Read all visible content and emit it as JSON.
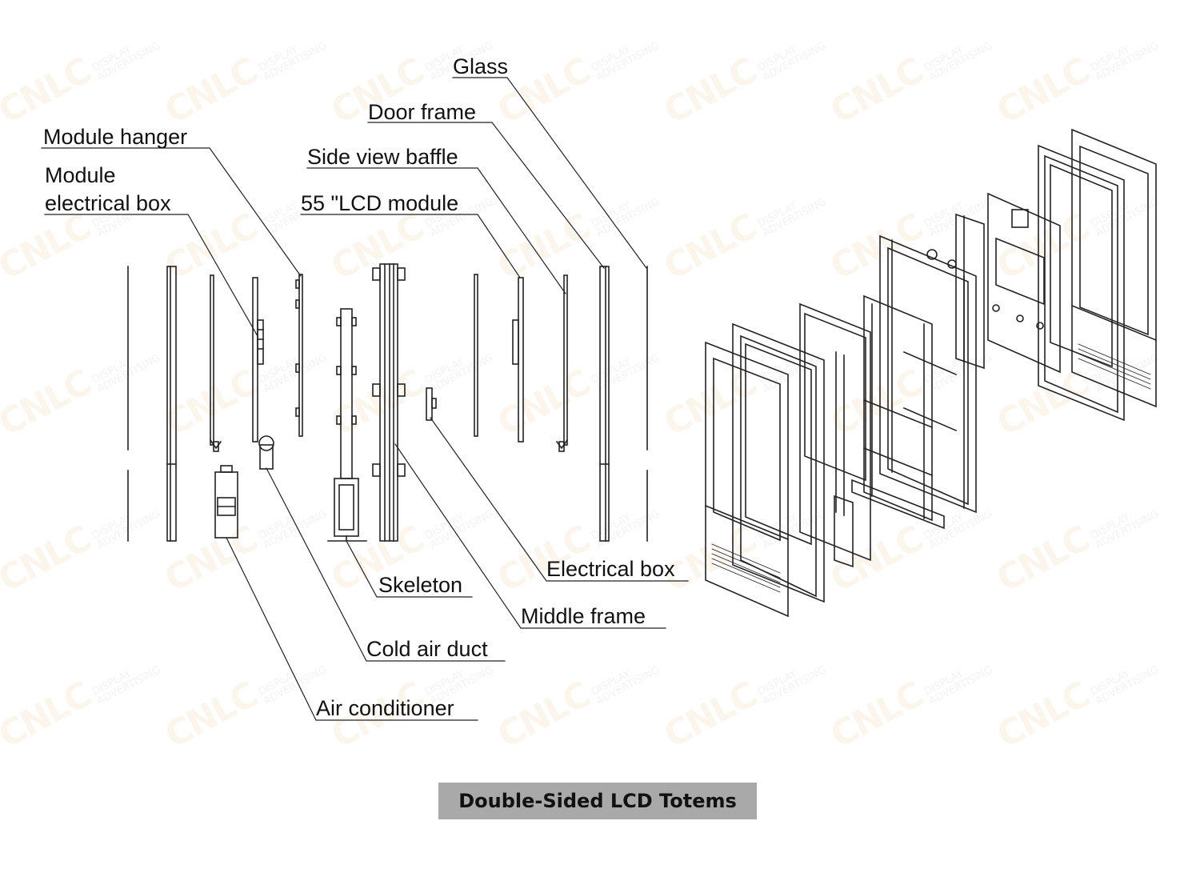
{
  "labels": {
    "glass": "Glass",
    "door_frame": "Door frame",
    "module_hanger": "Module hanger",
    "side_view_baffle": "Side view baffle",
    "module_electrical_box_line1": "Module",
    "module_electrical_box_line2": "electrical box",
    "lcd_module": "55 \"LCD module",
    "electrical_box": "Electrical box",
    "skeleton": "Skeleton",
    "middle_frame": "Middle frame",
    "cold_air_duct": "Cold air duct",
    "air_conditioner": "Air conditioner"
  },
  "caption": "Double-Sided LCD Totems",
  "watermark": {
    "brand": "CNLC",
    "line1": "DISPLAY",
    "line2": "ADVERTISING"
  },
  "colors": {
    "line": "#222222",
    "caption_bg": "#a9a9a9",
    "watermark": "#e59a3c"
  }
}
